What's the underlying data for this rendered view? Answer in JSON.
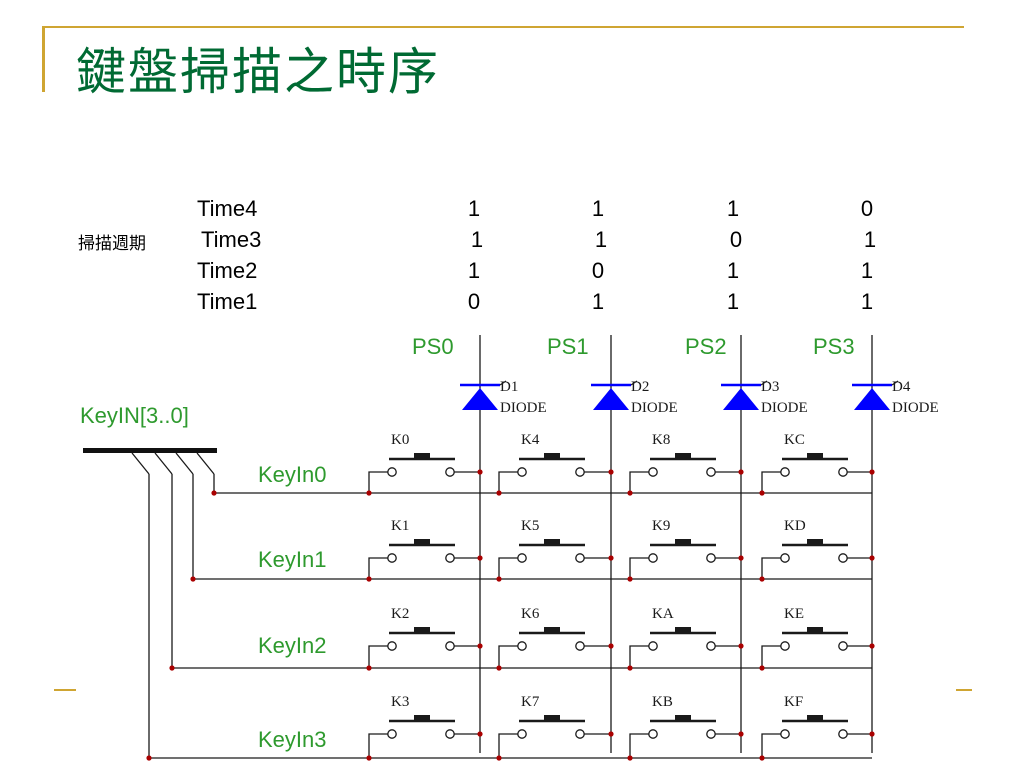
{
  "title": "鍵盤掃描之時序",
  "scan_table": {
    "row_group_label": "掃描週期",
    "rows": [
      {
        "label": "Time4",
        "values": [
          "1",
          "1",
          "1",
          "0"
        ]
      },
      {
        "label": "Time3",
        "values": [
          "1",
          "1",
          "0",
          "1"
        ]
      },
      {
        "label": "Time2",
        "values": [
          "1",
          "0",
          "1",
          "1"
        ]
      },
      {
        "label": "Time1",
        "values": [
          "0",
          "1",
          "1",
          "1"
        ]
      }
    ]
  },
  "ports": [
    "PS0",
    "PS1",
    "PS2",
    "PS3"
  ],
  "diodes": [
    {
      "name": "D1",
      "type": "DIODE"
    },
    {
      "name": "D2",
      "type": "DIODE"
    },
    {
      "name": "D3",
      "type": "DIODE"
    },
    {
      "name": "D4",
      "type": "DIODE"
    }
  ],
  "bus_label": "KeyIN[3..0]",
  "key_rows": [
    "KeyIn0",
    "KeyIn1",
    "KeyIn2",
    "KeyIn3"
  ],
  "keys": [
    [
      "K0",
      "K4",
      "K8",
      "KC"
    ],
    [
      "K1",
      "K5",
      "K9",
      "KD"
    ],
    [
      "K2",
      "K6",
      "KA",
      "KE"
    ],
    [
      "K3",
      "K7",
      "KB",
      "KF"
    ]
  ],
  "colors": {
    "title": "#006a33",
    "accent": "#cfa532",
    "label_green": "#2e9a2e",
    "diode": "#0000ff",
    "wire": "#1a1a1a",
    "junction": "#aa0000"
  }
}
